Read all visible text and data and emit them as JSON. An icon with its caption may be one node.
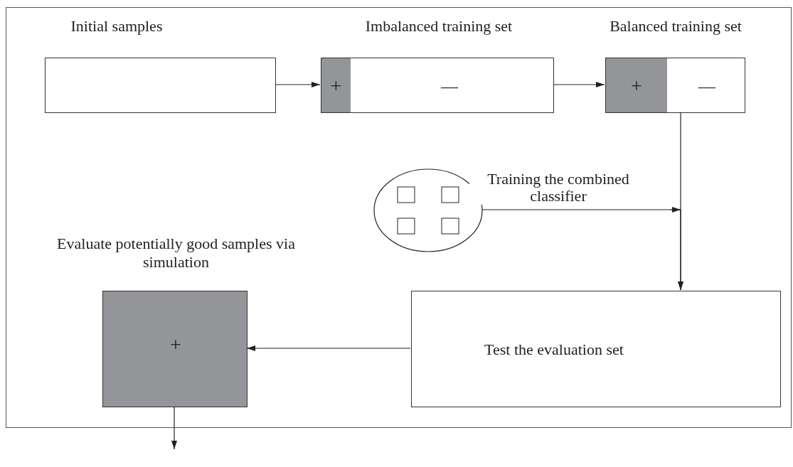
{
  "diagram": {
    "nodes": [
      {
        "text": [],
        "shape": "box"
      },
      {
        "text": [
          "Initial samples"
        ],
        "in": 0
      },
      {
        "text": [
          "Imbalanced training set",
          "+",
          "—"
        ],
        "in": 0
      },
      {
        "text": [
          "Balanced training set",
          "+",
          "—"
        ],
        "in": 0
      },
      {
        "text": [],
        "shape": "circle",
        "in": 0
      },
      {
        "text": [
          "Evaluate potentially good samples via simulation",
          "+"
        ],
        "in": 0
      },
      {
        "text": [
          "Test the evaluation set"
        ],
        "in": 0
      }
    ],
    "edges": [
      {
        "from": 1,
        "to": 2,
        "arrow": "to"
      },
      {
        "from": 2,
        "to": 3,
        "arrow": "to"
      },
      {
        "from": 3,
        "to": 6,
        "arrow": "to"
      },
      {
        "from": 4,
        "to": 6,
        "arrow": "to",
        "label": "Training the combined classifier"
      },
      {
        "from": 6,
        "to": 5,
        "arrow": "to"
      },
      {
        "from": 5,
        "to": null,
        "arrow": "to"
      }
    ]
  }
}
